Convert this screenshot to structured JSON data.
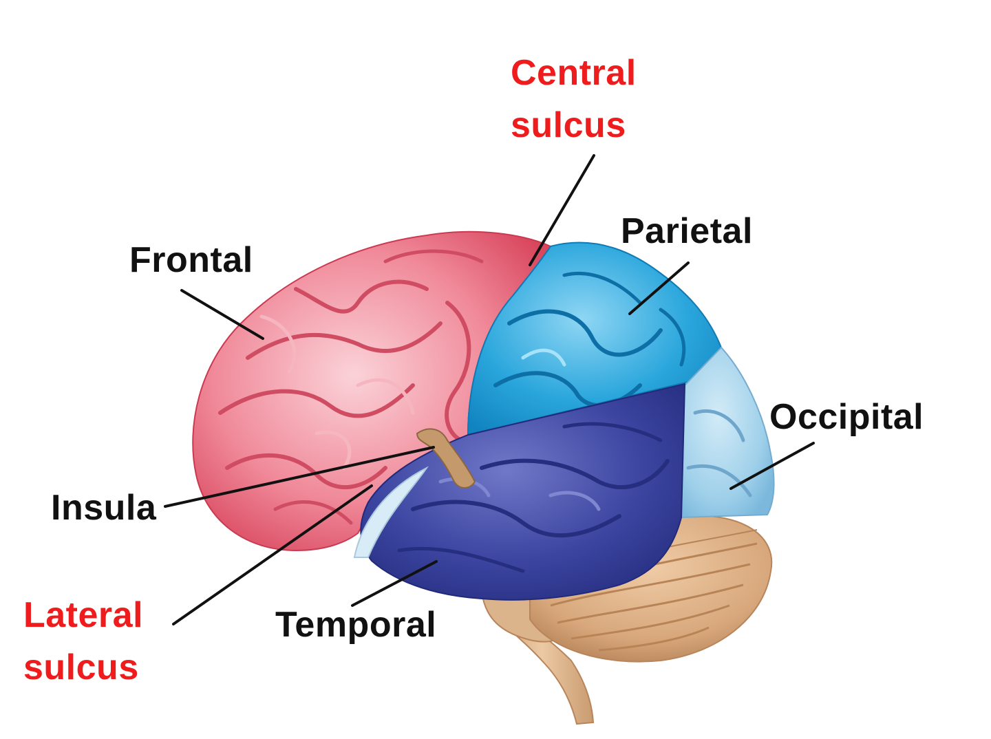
{
  "labels": {
    "central_sulcus": "Central\nsulcus",
    "parietal": "Parietal",
    "frontal": "Frontal",
    "occipital": "Occipital",
    "insula": "Insula",
    "lateral_sulcus": "Lateral\nsulcus",
    "temporal": "Temporal"
  },
  "colors": {
    "frontal_lobe": "#e8788a",
    "parietal_lobe": "#2aa6dc",
    "temporal_lobe": "#3c45a0",
    "occipital_lobe": "#9fd0ea",
    "cerebellum": "#d8a87c",
    "brainstem": "#dcb48c",
    "insula": "#c49a6c",
    "leader_line": "#111111",
    "sulcus_label": "#ee1c1c",
    "lobe_label": "#111111"
  }
}
